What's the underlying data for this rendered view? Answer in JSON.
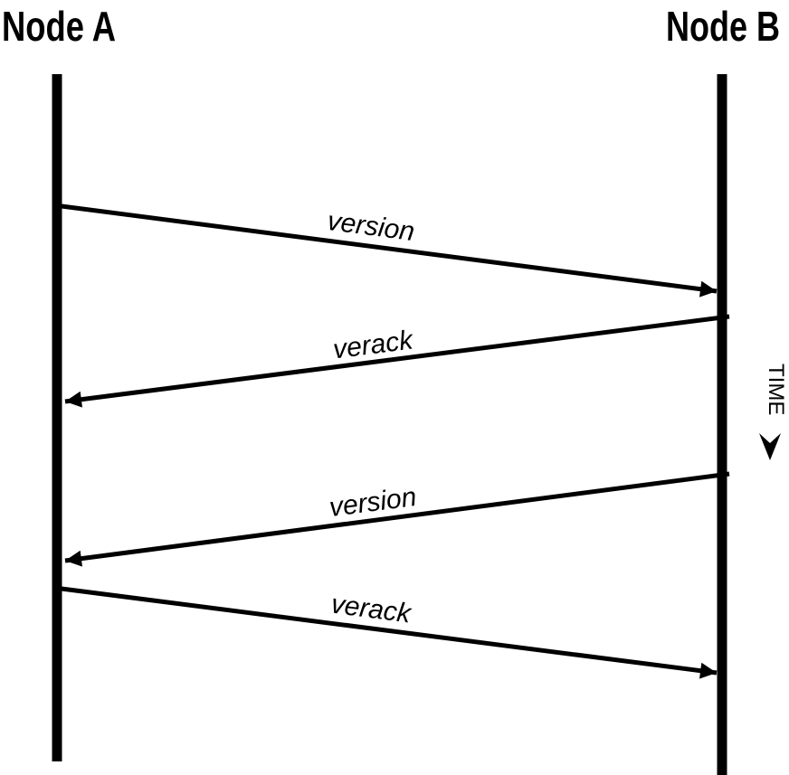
{
  "nodes": {
    "a": {
      "label": "Node A"
    },
    "b": {
      "label": "Node B"
    }
  },
  "messages": [
    {
      "label": "version",
      "from": "Node A",
      "to": "Node B"
    },
    {
      "label": "verack",
      "from": "Node B",
      "to": "Node A"
    },
    {
      "label": "version",
      "from": "Node B",
      "to": "Node A"
    },
    {
      "label": "verack",
      "from": "Node A",
      "to": "Node B"
    }
  ],
  "time_axis": {
    "label": "TIME"
  },
  "colors": {
    "line": "#000000",
    "background": "#ffffff"
  }
}
